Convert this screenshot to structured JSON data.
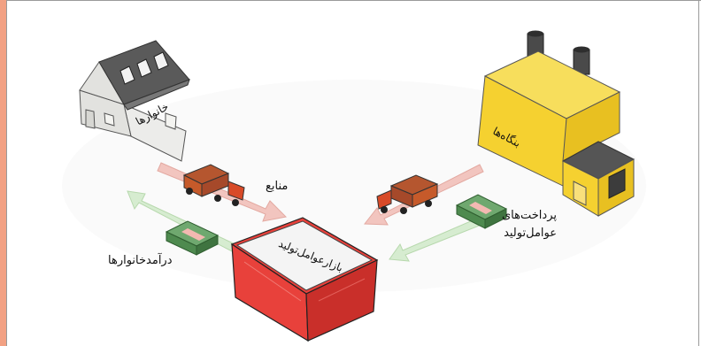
{
  "labels": {
    "households": "خانوارها",
    "firms": "بنگاه‌ها",
    "market": "بازارعوامل‌تولید",
    "resources": "منابع",
    "household_income": "درآمدخانوارها",
    "payments_line1": "پرداخت‌های",
    "payments_line2": "عوامل‌تولید"
  },
  "colors": {
    "side_bar": "#f2a183",
    "firm_yellow": "#f5d130",
    "market_red": "#e8413b",
    "arrow_pink": "#f2c5bf",
    "arrow_green": "#d6ecd0",
    "money_green": "#4e8a4f",
    "truck_orange": "#d84a28",
    "house_gray": "#ececea",
    "roof_gray": "#5a5a5a"
  },
  "icons": [
    "house-icon",
    "factory-icon",
    "market-box-icon",
    "truck-icon",
    "money-bundle-icon",
    "arrow-icon"
  ]
}
